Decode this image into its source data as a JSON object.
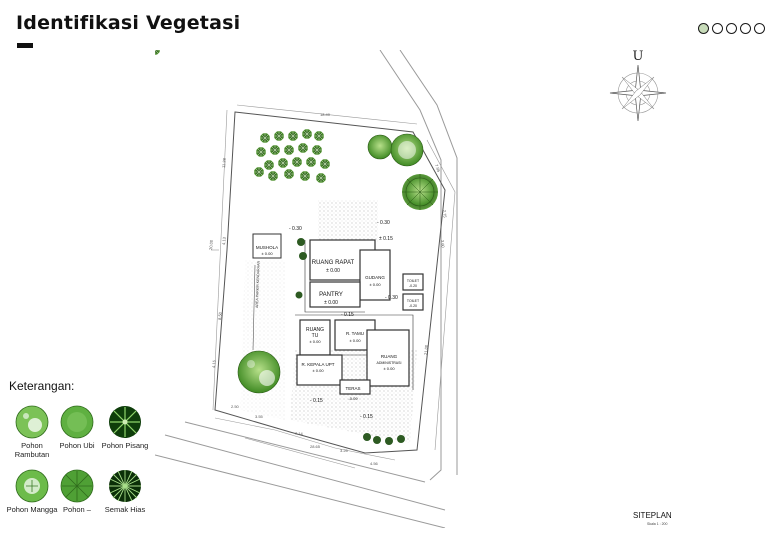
{
  "header": {
    "title": "Identifikasi Vegetasi",
    "dots": 5,
    "active_dot": 0
  },
  "legend": {
    "title": "Keterangan:",
    "items": [
      {
        "label": "Pohon Rambutan",
        "icon": "rambutan-tree-icon"
      },
      {
        "label": "Pohon Ubi",
        "icon": "ubi-tree-icon"
      },
      {
        "label": "Pohon Pisang",
        "icon": "banana-tree-icon"
      },
      {
        "label": "Pohon Mangga",
        "icon": "mango-tree-icon"
      },
      {
        "label": "Pohon –",
        "icon": "generic-tree-icon"
      },
      {
        "label": "Semak Hias",
        "icon": "shrub-icon"
      }
    ]
  },
  "siteplan": {
    "north_label": "U",
    "title": "SITEPLAN",
    "scale": "Skala 1 : 200",
    "rooms": [
      {
        "name": "MUSHOLA",
        "level": "± 0.00"
      },
      {
        "name": "RUANG RAPAT",
        "level": "± 0.00"
      },
      {
        "name": "GUDANG",
        "level": "± 0.00"
      },
      {
        "name": "PANTRY",
        "level": "± 0.00"
      },
      {
        "name": "TOILET",
        "level": "-0.20"
      },
      {
        "name": "TOILET",
        "level": "-0.20"
      },
      {
        "name": "RUANG TU",
        "level": "± 0.00"
      },
      {
        "name": "R. TAMU",
        "level": "± 0.00"
      },
      {
        "name": "RUANG ADMINISTRASI",
        "level": "± 0.00"
      },
      {
        "name": "R. KEPALA UPT",
        "level": "± 0.00"
      },
      {
        "name": "TERAS",
        "level": "-0.09"
      }
    ],
    "levels": [
      "- 0.30",
      "± 0.15",
      "- 0.30",
      "- 0.20",
      "- 0.15",
      "- 0.15",
      "- 0.15",
      "- 0.15",
      "- 0.15"
    ],
    "dimensions": [
      "18.40",
      "7.95",
      "2.75",
      "3.60",
      "11.28",
      "20.00",
      "4.13",
      "8.50",
      "4.15",
      "2.50",
      "3.55",
      "7.14",
      "28.65",
      "3.25",
      "4.56",
      "27.00",
      "11.00"
    ],
    "corridor_label": "AREA PARKIR KENDARAAN"
  }
}
